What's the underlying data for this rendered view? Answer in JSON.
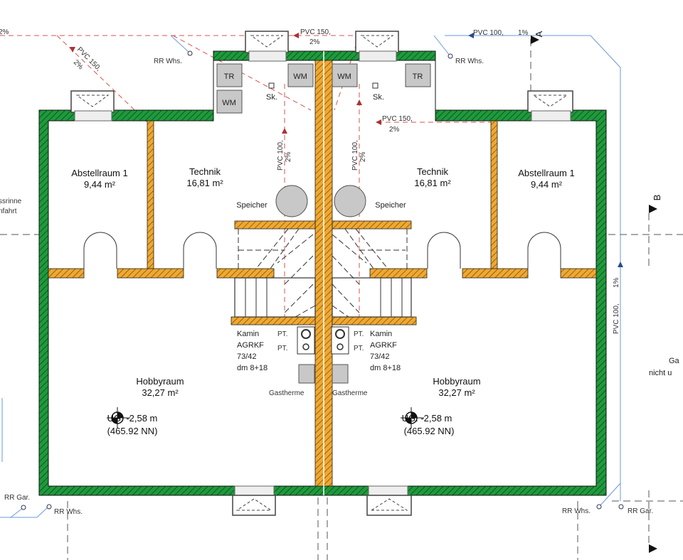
{
  "colors": {
    "exterior_wall": "#1e9a3c",
    "interior_wall": "#f0a830",
    "appliance": "#c8c8c8",
    "waste_pipe": "#d9534f",
    "rain_pipe": "#6a9ad8"
  },
  "left_unit": {
    "storage": {
      "name": "Abstellraum 1",
      "area": "9,44 m²"
    },
    "technik": {
      "name": "Technik",
      "area": "16,81 m²"
    },
    "hobby": {
      "name": "Hobbyraum",
      "area": "32,27 m²"
    },
    "level": "UG. -2,58 m",
    "level_nn": "(465.92 NN)",
    "tr": "TR",
    "wm1": "WM",
    "wm2": "WM",
    "sk": "Sk.",
    "speicher": "Speicher",
    "kamin": [
      "Kamin",
      "AGRKF",
      "73/42",
      "dm 8+18"
    ],
    "pt1": "PT.",
    "pt2": "PT.",
    "gastherme": "Gastherme"
  },
  "right_unit": {
    "storage": {
      "name": "Abstellraum 1",
      "area": "9,44 m²"
    },
    "technik": {
      "name": "Technik",
      "area": "16,81 m²"
    },
    "hobby": {
      "name": "Hobbyraum",
      "area": "32,27 m²"
    },
    "level": "UG. -2,58 m",
    "level_nn": "(465.92 NN)",
    "tr": "TR",
    "wm": "WM",
    "sk": "Sk.",
    "speicher": "Speicher",
    "kamin": [
      "Kamin",
      "AGRKF",
      "73/42",
      "dm 8+18"
    ],
    "pt1": "PT.",
    "pt2": "PT.",
    "gastherme": "Gastherme"
  },
  "pipes": {
    "top_left_pct": "2%",
    "diag_left": "PVC 150,",
    "diag_left_pct": "2%",
    "top_center": "PVC 150,",
    "top_center_pct": "2%",
    "top_right": "PVC 100,",
    "top_right_pct": "1%",
    "vert_left": "PVC 100,",
    "vert_left_pct": "2%",
    "vert_right": "PVC 100,",
    "vert_right_pct": "2%",
    "right_branch": "PVC 150,",
    "right_branch_pct": "2%",
    "east": "PVC 100,",
    "east_pct": "1%",
    "rr_whs_tl": "RR Whs.",
    "rr_whs_tr": "RR Whs.",
    "rr_whs_bl": "RR Whs.",
    "rr_whs_br": "RR Whs.",
    "rr_gar_bl": "RR Gar.",
    "rr_gar_br": "RR Gar."
  },
  "section_markers": {
    "a": "A",
    "b": "B"
  },
  "edge_text": {
    "left1": "ssrinne",
    "left2": "nfahrt",
    "right1": "Ga",
    "right2": "nicht u"
  }
}
